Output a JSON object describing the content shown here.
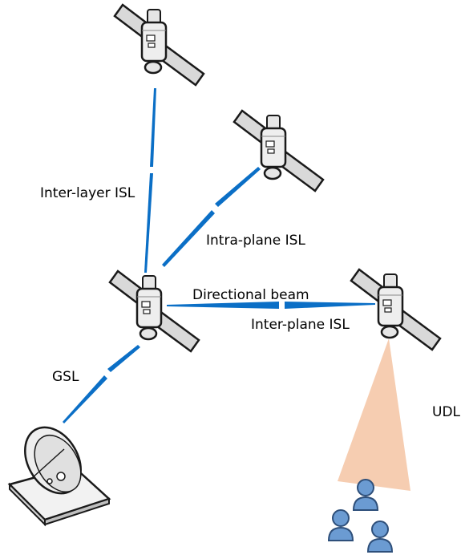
{
  "labels": {
    "inter_layer": "Inter-layer ISL",
    "intra_plane": "Intra-plane ISL",
    "directional_beam": "Directional beam",
    "inter_plane": "Inter-plane ISL",
    "gsl": "GSL",
    "udl": "UDL"
  },
  "nodes": {
    "satellites": [
      "satellite-top",
      "satellite-upper-right",
      "satellite-center",
      "satellite-right"
    ],
    "ground_station": "ground-station-dish",
    "users": 3
  },
  "colors": {
    "link": "#0b6fc6",
    "beam": "#f6cdb1",
    "satellite_body": "#e8e8e8",
    "satellite_outline": "#1a1a1a",
    "user": "#6b9bd2"
  },
  "icons": {
    "satellite": "satellite-icon",
    "ground_station": "satellite-dish-icon",
    "user": "user-icon"
  }
}
